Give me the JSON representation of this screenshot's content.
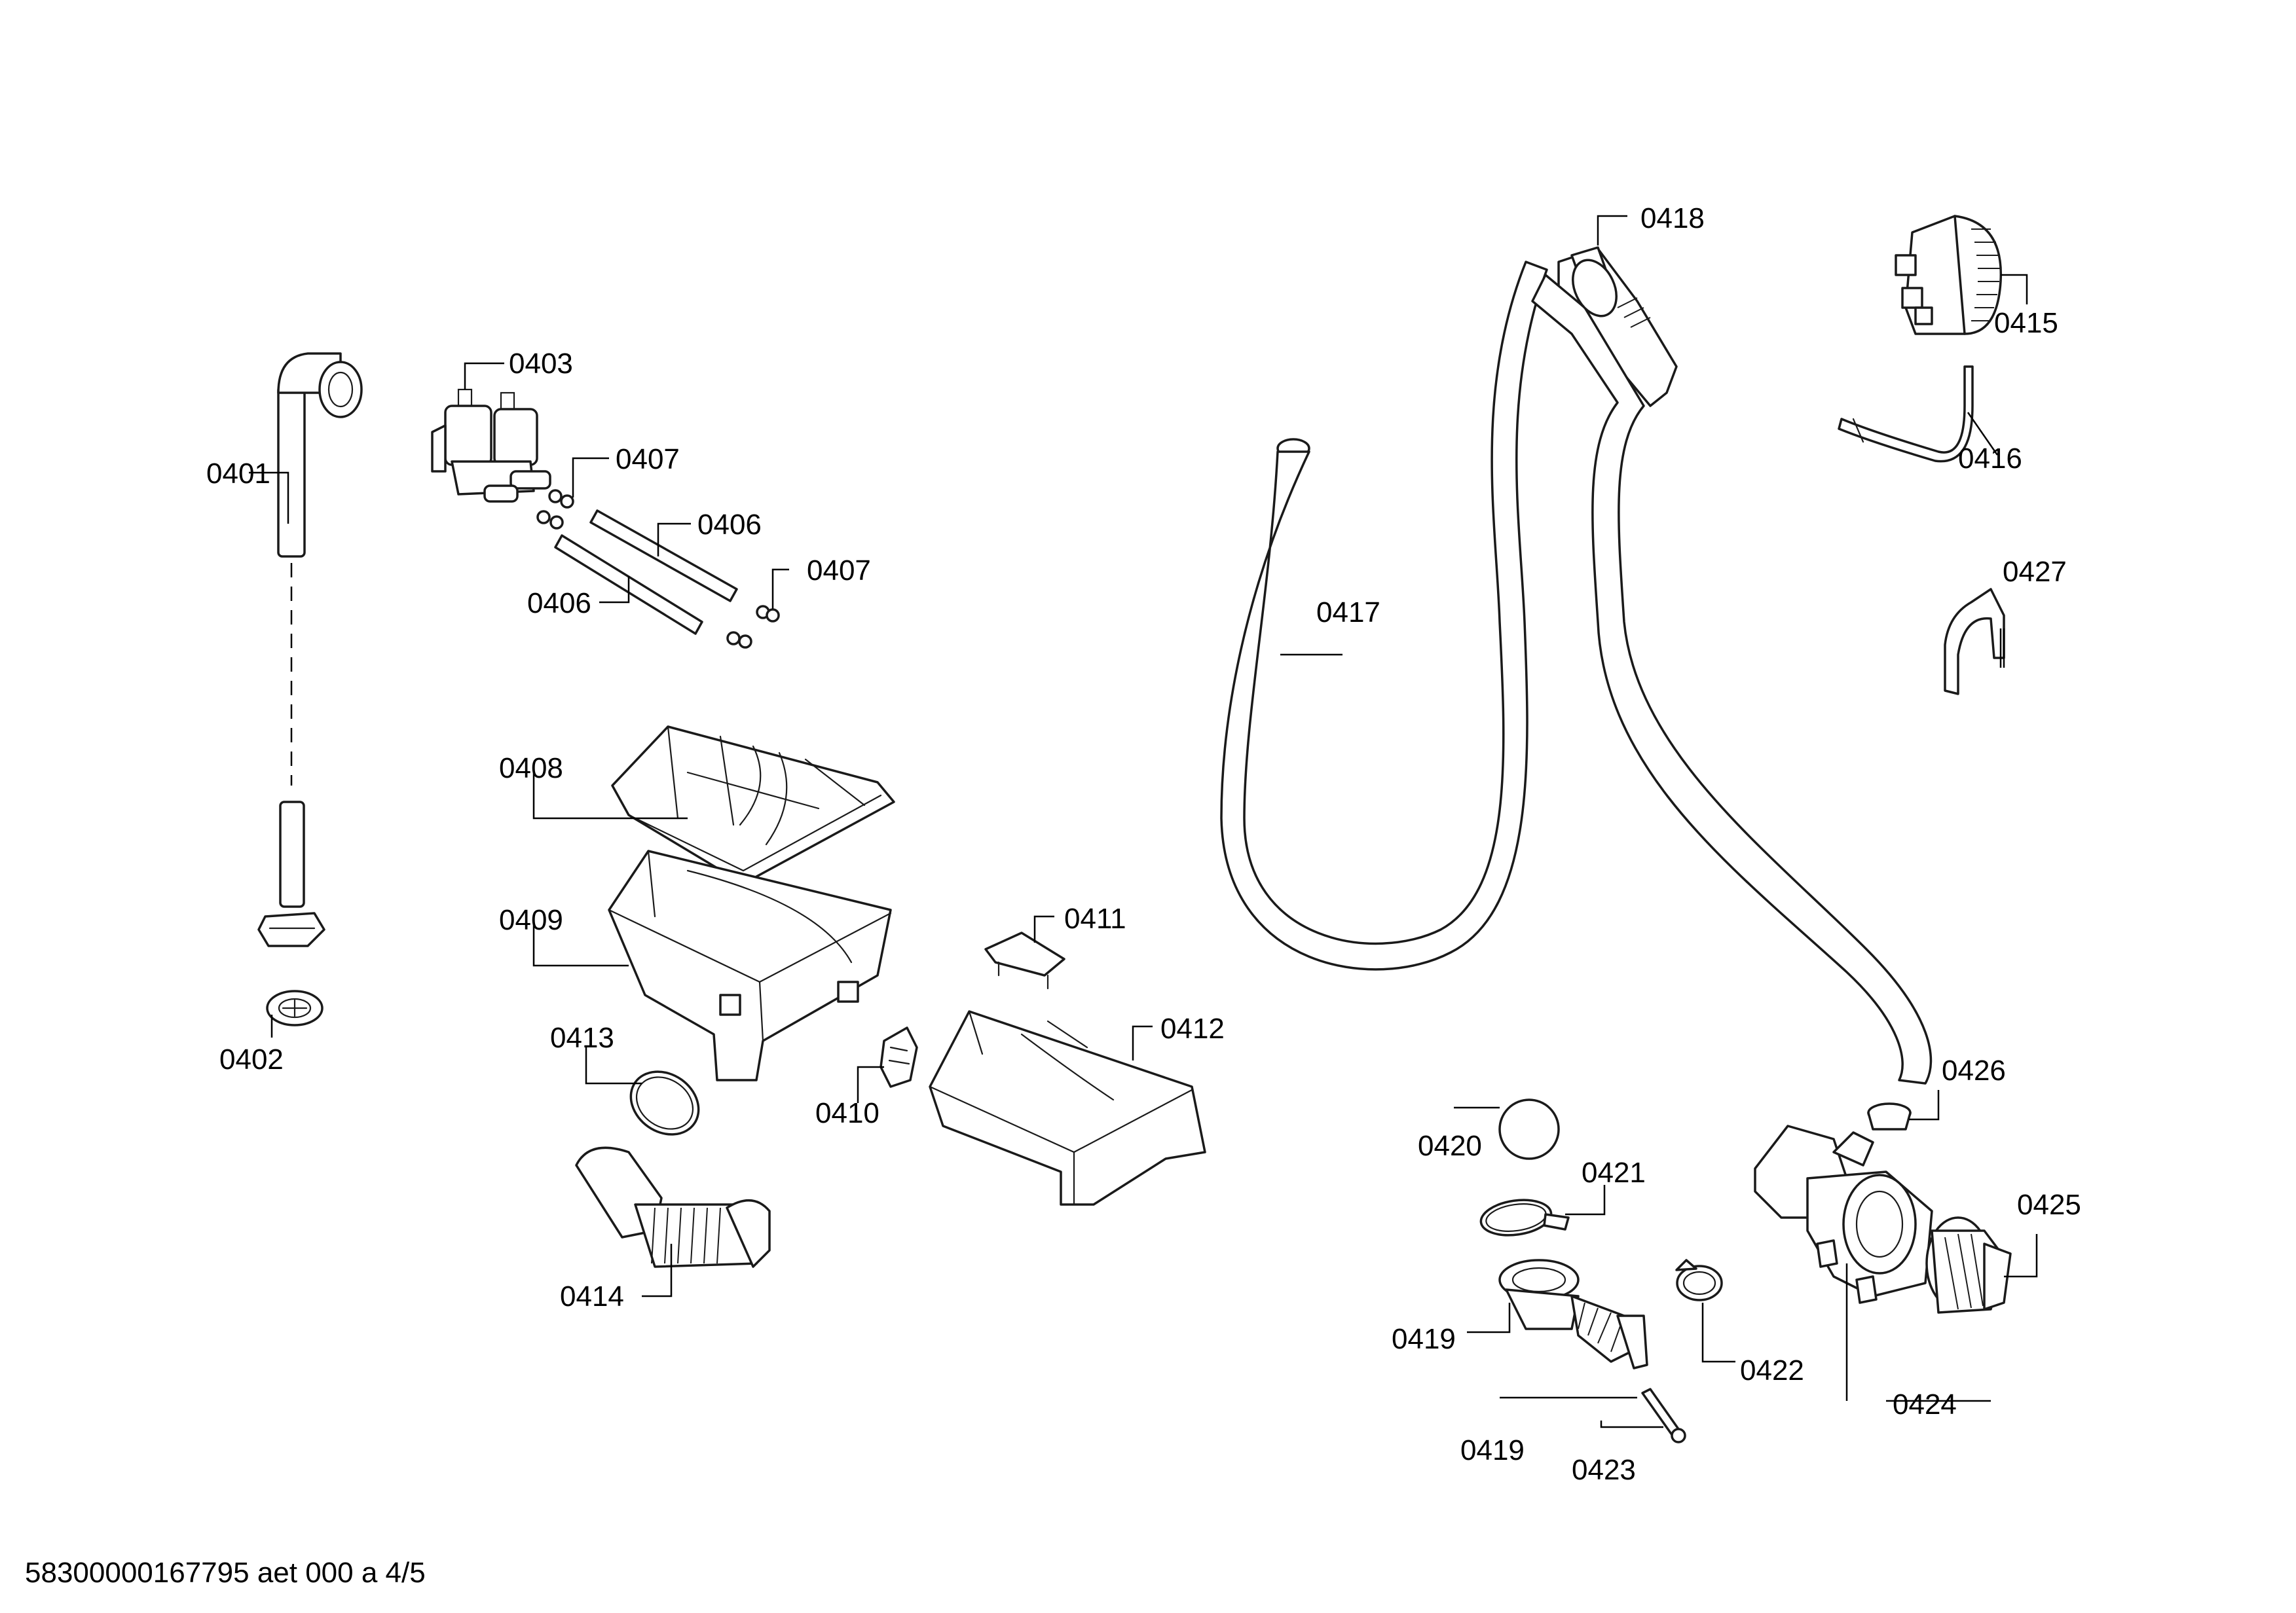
{
  "diagram": {
    "labels": {
      "p0401": "0401",
      "p0402": "0402",
      "p0403": "0403",
      "p0406a": "0406",
      "p0406b": "0406",
      "p0407a": "0407",
      "p0407b": "0407",
      "p0408": "0408",
      "p0409": "0409",
      "p0410": "0410",
      "p0411": "0411",
      "p0412": "0412",
      "p0413": "0413",
      "p0414": "0414",
      "p0415": "0415",
      "p0416": "0416",
      "p0417": "0417",
      "p0418": "0418",
      "p0419a": "0419",
      "p0419b": "0419",
      "p0420": "0420",
      "p0421": "0421",
      "p0422": "0422",
      "p0423": "0423",
      "p0424": "0424",
      "p0425": "0425",
      "p0426": "0426",
      "p0427": "0427"
    }
  },
  "footer": {
    "text": "58300000167795 aet 000 a 4/5"
  }
}
